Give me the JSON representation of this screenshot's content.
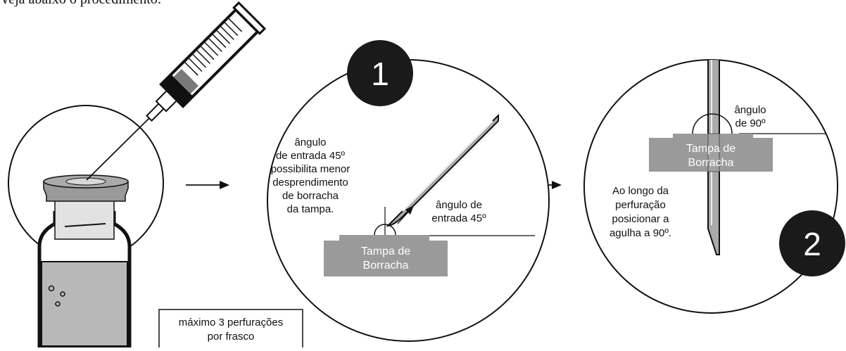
{
  "intro_text": "Veja abaixo o procedimento:",
  "step1": {
    "number": "1",
    "explanation": [
      "ângulo",
      "de entrada 45º",
      "possibilita menor",
      "desprendimento",
      "de borracha",
      "da tampa."
    ],
    "angle_label": [
      "ângulo de",
      "entrada 45º"
    ],
    "stopper_label": [
      "Tampa de",
      "Borracha"
    ]
  },
  "step2": {
    "number": "2",
    "angle_label": [
      "ângulo",
      "de 90º"
    ],
    "stopper_label": [
      "Tampa de",
      "Borracha"
    ],
    "instruction": [
      "Ao longo da",
      "perfuração",
      "posicionar a",
      "agulha a 90º."
    ]
  },
  "vial_note": [
    "máximo 3 perfurações",
    "por frasco"
  ],
  "colors": {
    "ink": "#111111",
    "stopper": "#9a9a9a",
    "liquid": "#b8b8b8",
    "badge": "#1a1a1a"
  }
}
